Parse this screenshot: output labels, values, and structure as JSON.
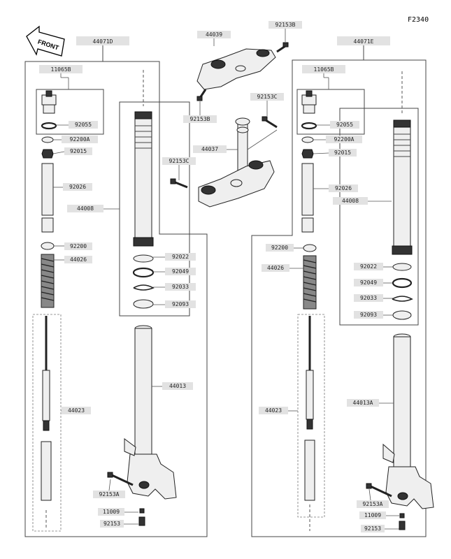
{
  "figure_id": "F2340",
  "front_label": "FRONT",
  "header_labels": [
    "44071D",
    "44071E"
  ],
  "top_labels": [
    "44039",
    "92153B",
    "92153B",
    "92153C",
    "44037",
    "92153C"
  ],
  "left_labels": [
    "11065B",
    "92055",
    "92200A",
    "92015",
    "92026",
    "44008",
    "92200",
    "44026",
    "92022",
    "92049",
    "92033",
    "92093",
    "44013",
    "44023",
    "92153A",
    "11009",
    "92153"
  ],
  "right_labels": [
    "11065B",
    "92055",
    "92200A",
    "92015",
    "92026",
    "44008",
    "92200",
    "44026",
    "92022",
    "92049",
    "92033",
    "92093",
    "44013A",
    "44023",
    "92153A",
    "11009",
    "92153"
  ]
}
